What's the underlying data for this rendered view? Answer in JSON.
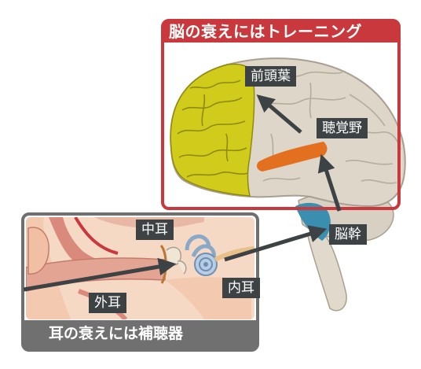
{
  "brain_box": {
    "title": "脳の衰えにはトレーニング",
    "color": "#c8383c"
  },
  "ear_box": {
    "title": "耳の衰えには補聴器",
    "color": "#707070"
  },
  "labels": {
    "frontal_lobe": "前頭葉",
    "auditory_area": "聴覚野",
    "brainstem": "脳幹",
    "middle_ear": "中耳",
    "inner_ear": "内耳",
    "outer_ear": "外耳"
  },
  "colors": {
    "label_bg": "#3d4245",
    "frontal_lobe": "#d1cc1c",
    "auditory_area": "#e2701e",
    "brainstem": "#3a8fb0",
    "brain": "#ddd6c9",
    "arrow": "#3d4245"
  }
}
